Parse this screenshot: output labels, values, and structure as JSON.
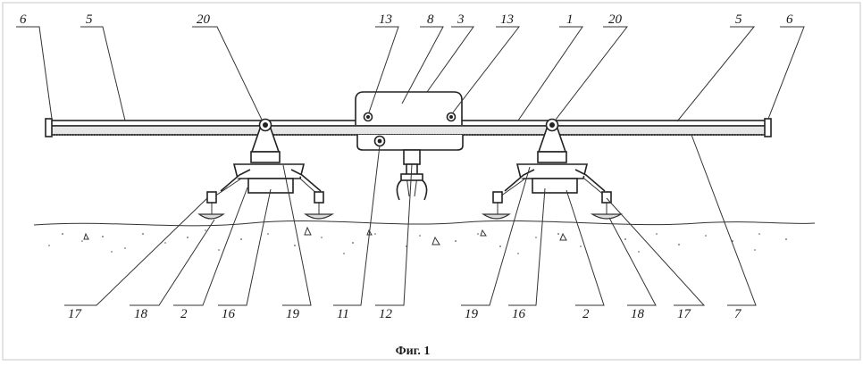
{
  "labels_top": [
    "6",
    "5",
    "20",
    "13",
    "8",
    "3",
    "13",
    "1",
    "20",
    "5",
    "6"
  ],
  "labels_bottom": [
    "17",
    "18",
    "2",
    "16",
    "19",
    "11",
    "12",
    "19",
    "16",
    "2",
    "18",
    "17",
    "7"
  ],
  "caption": "Фиг. 1"
}
